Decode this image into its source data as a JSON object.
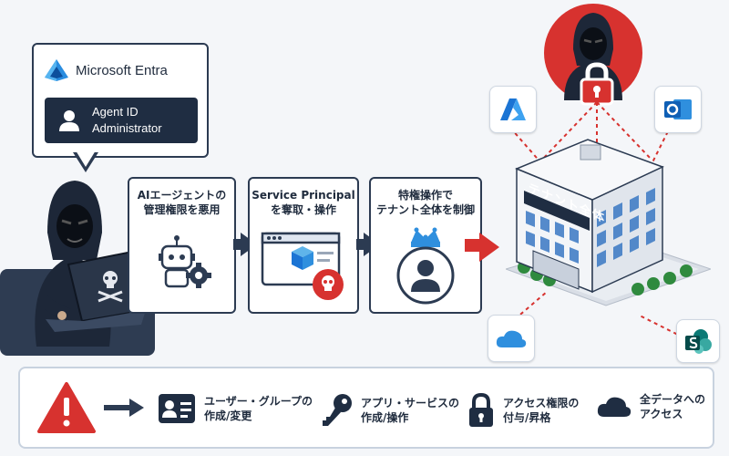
{
  "bubble": {
    "product": "Microsoft Entra",
    "role_line1": "Agent ID",
    "role_line2": "Administrator"
  },
  "steps": [
    {
      "line1": "AIエージェントの",
      "line2": "管理権限を悪用"
    },
    {
      "line1": "Service Principal",
      "line2": "を奪取・操作"
    },
    {
      "line1": "特権操作で",
      "line2": "テナント全体を制御"
    }
  ],
  "building": {
    "sign": "テナント全体"
  },
  "impacts": [
    {
      "line1": "ユーザー・グループの",
      "line2": "作成/変更",
      "icon": "id-card-icon"
    },
    {
      "line1": "アプリ・サービスの",
      "line2": "作成/操作",
      "icon": "key-icon"
    },
    {
      "line1": "アクセス権限の",
      "line2": "付与/昇格",
      "icon": "lock-icon"
    },
    {
      "line1": "全データへの",
      "line2": "アクセス",
      "icon": "cloud-icon"
    }
  ],
  "colors": {
    "navy": "#1f2d42",
    "danger": "#d7322f",
    "azure": "#1b74d4"
  }
}
